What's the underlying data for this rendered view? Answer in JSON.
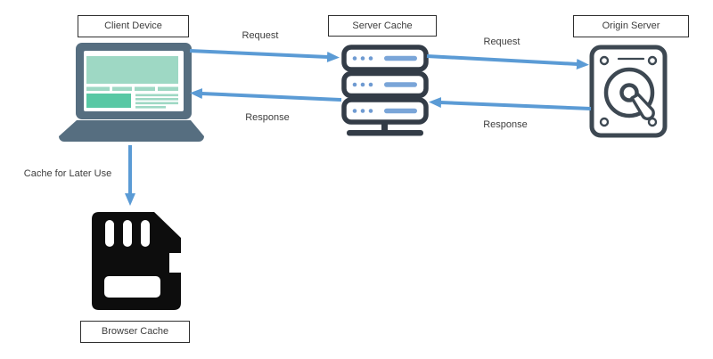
{
  "diagram": {
    "description": "Web caching architecture diagram",
    "nodes": [
      {
        "id": "client-device",
        "label": "Client Device",
        "icon": "laptop-icon"
      },
      {
        "id": "server-cache",
        "label": "Server Cache",
        "icon": "server-stack-icon"
      },
      {
        "id": "origin-server",
        "label": "Origin Server",
        "icon": "hard-disk-icon"
      },
      {
        "id": "browser-cache",
        "label": "Browser Cache",
        "icon": "sd-card-icon"
      }
    ],
    "edges": [
      {
        "from": "client-device",
        "to": "server-cache",
        "label": "Request"
      },
      {
        "from": "server-cache",
        "to": "client-device",
        "label": "Response"
      },
      {
        "from": "server-cache",
        "to": "origin-server",
        "label": "Request"
      },
      {
        "from": "origin-server",
        "to": "server-cache",
        "label": "Response"
      },
      {
        "from": "client-device",
        "to": "browser-cache",
        "label": "Cache for Later Use"
      }
    ],
    "colors": {
      "arrow_blue": "#5b9bd5",
      "laptop_slate": "#566e80",
      "screen_mint_light": "#9ed8c4",
      "screen_mint_dark": "#58c8a4",
      "server_outline_dark": "#333c47",
      "server_accent_blue": "#7aa5d8",
      "hdd_outline_dark": "#3d4852",
      "sd_card_black": "#0d0d0d",
      "label_box_border": "#2f2f2f",
      "background": "#ffffff"
    }
  }
}
